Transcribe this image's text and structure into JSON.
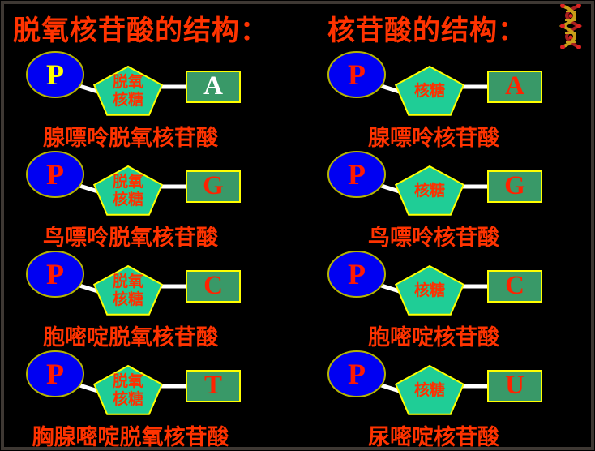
{
  "slide": {
    "titles": {
      "left": "脱氧核苷酸的结构：",
      "right": "核苷酸的结构："
    },
    "dna_icon": "dna-double-helix",
    "colors": {
      "background": "#000000",
      "frame": "#3e3833",
      "title_text": "#ff3300",
      "caption_text": "#ff3300",
      "phosphate_fill": "#0000f2",
      "phosphate_outline": "#b5b500",
      "sugar_pentagon_fill": "#1fcd96",
      "base_box_fill": "#399968",
      "shape_outline": "#ffff00",
      "connector": "#ffffff",
      "sugar_text": "#ff3000"
    }
  },
  "left_column": {
    "units": [
      {
        "p_label": "P",
        "p_color": "#ffff00",
        "sugar": "脱氧\n核糖",
        "base": "A",
        "base_color": "#ffffff",
        "caption": "腺嘌呤脱氧核苷酸"
      },
      {
        "p_label": "P",
        "p_color": "#ff1a00",
        "sugar": "脱氧\n核糖",
        "base": "G",
        "base_color": "#ff2200",
        "caption": "鸟嘌呤脱氧核苷酸"
      },
      {
        "p_label": "P",
        "p_color": "#ff1a00",
        "sugar": "脱氧\n核糖",
        "base": "C",
        "base_color": "#ff2200",
        "caption": "胞嘧啶脱氧核苷酸"
      },
      {
        "p_label": "P",
        "p_color": "#ff1a00",
        "sugar": "脱氧\n核糖",
        "base": "T",
        "base_color": "#ff2200",
        "caption": "胸腺嘧啶脱氧核苷酸"
      }
    ]
  },
  "right_column": {
    "units": [
      {
        "p_label": "P",
        "p_color": "#ff1a00",
        "sugar": "核糖",
        "base": "A",
        "base_color": "#ff2200",
        "caption": "腺嘌呤核苷酸"
      },
      {
        "p_label": "P",
        "p_color": "#ff1a00",
        "sugar": "核糖",
        "base": "G",
        "base_color": "#ff2200",
        "caption": "鸟嘌呤核苷酸"
      },
      {
        "p_label": "P",
        "p_color": "#ff1a00",
        "sugar": "核糖",
        "base": "C",
        "base_color": "#ff2200",
        "caption": "胞嘧啶核苷酸"
      },
      {
        "p_label": "P",
        "p_color": "#ff1a00",
        "sugar": "核糖",
        "base": "U",
        "base_color": "#ff2200",
        "caption": "尿嘧啶核苷酸"
      }
    ]
  }
}
